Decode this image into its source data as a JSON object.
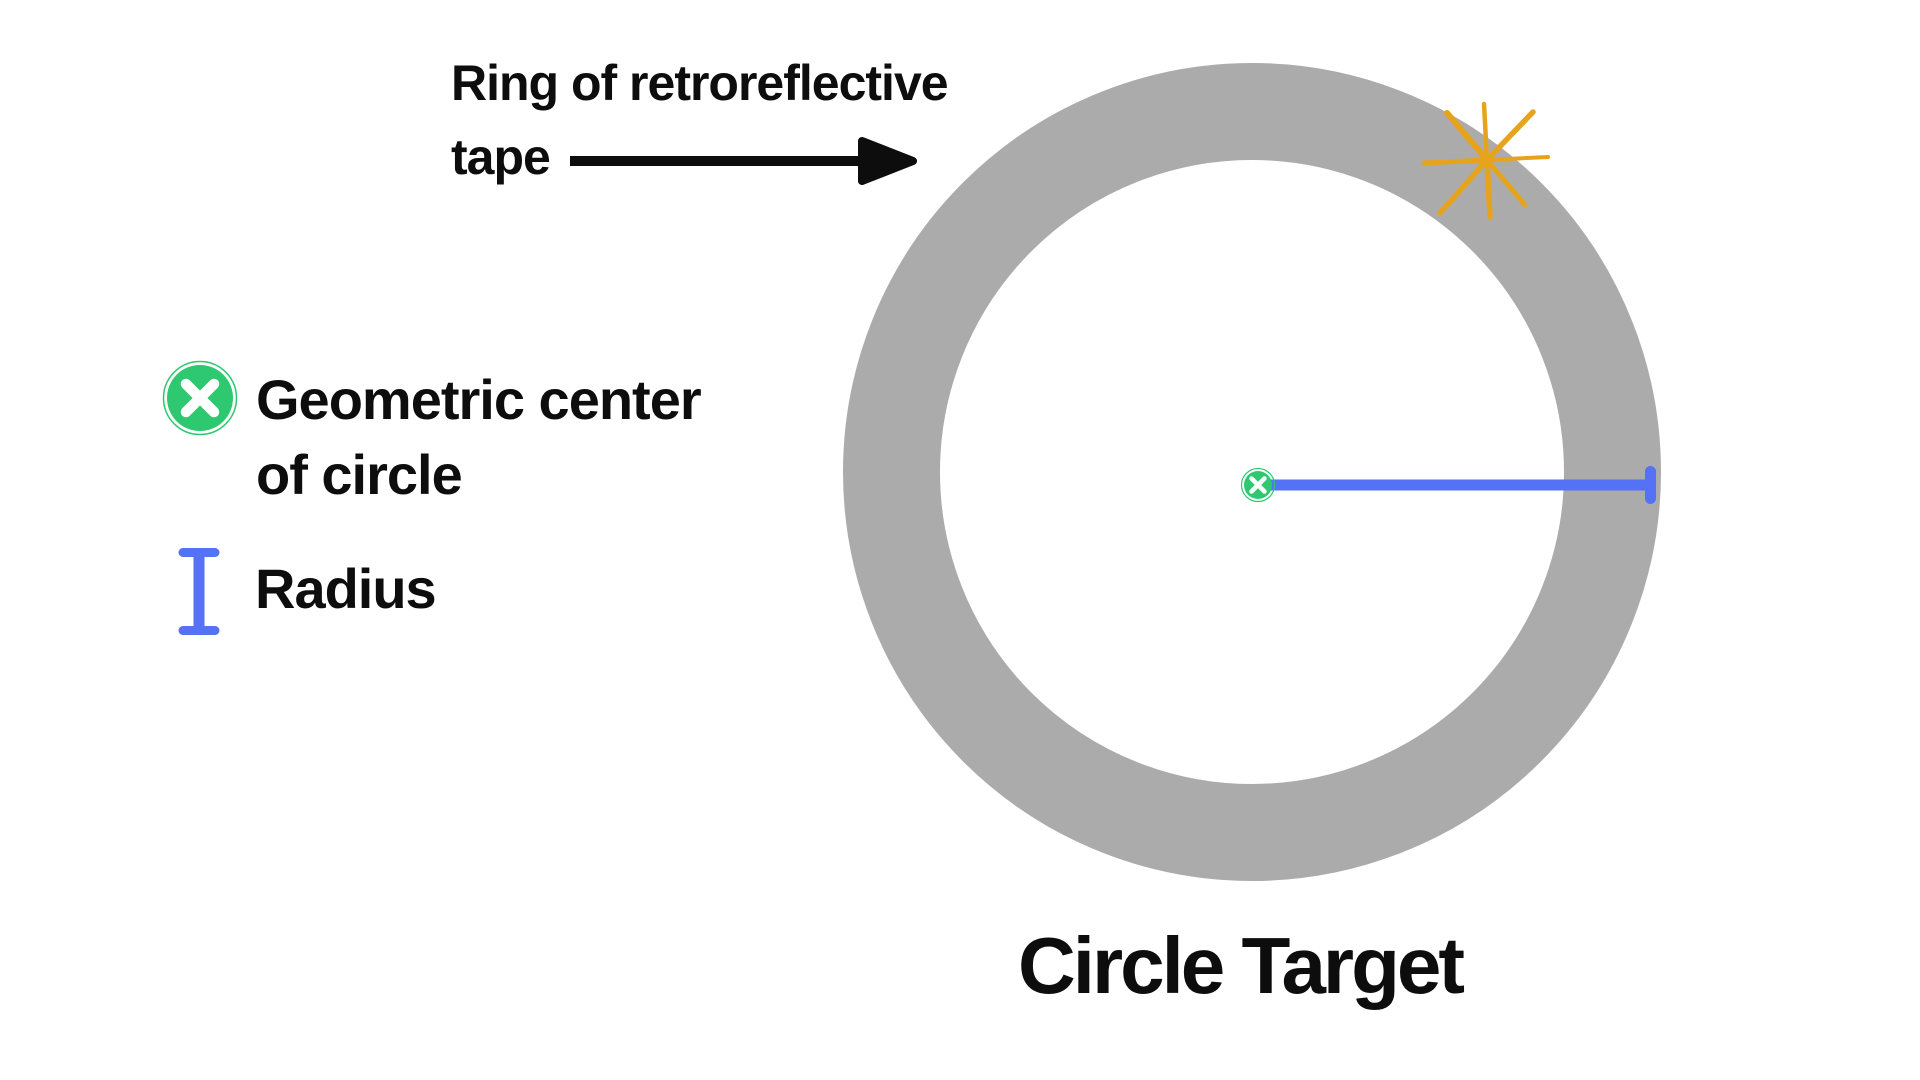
{
  "title": "Circle Target",
  "ring_annotation": {
    "line1": "Ring of retroreflective",
    "line2": "tape"
  },
  "legend": {
    "center": {
      "line1": "Geometric center",
      "line2": "of circle"
    },
    "radius": {
      "label": "Radius"
    }
  },
  "icons": {
    "sparkle": "sparkle-icon",
    "center_marker": "x-center-marker-icon",
    "legend_center_marker": "x-center-marker-icon",
    "radius_ibeam": "radius-ibeam-icon",
    "arrow": "arrow-right-icon"
  },
  "colors": {
    "background": "#ffffff",
    "text_black": "#0d0d0d",
    "ring_gray": "#acabab",
    "marker_green": "#2ec871",
    "radius_blue": "#5571f5",
    "sparkle_gold": "#e6a41c"
  }
}
